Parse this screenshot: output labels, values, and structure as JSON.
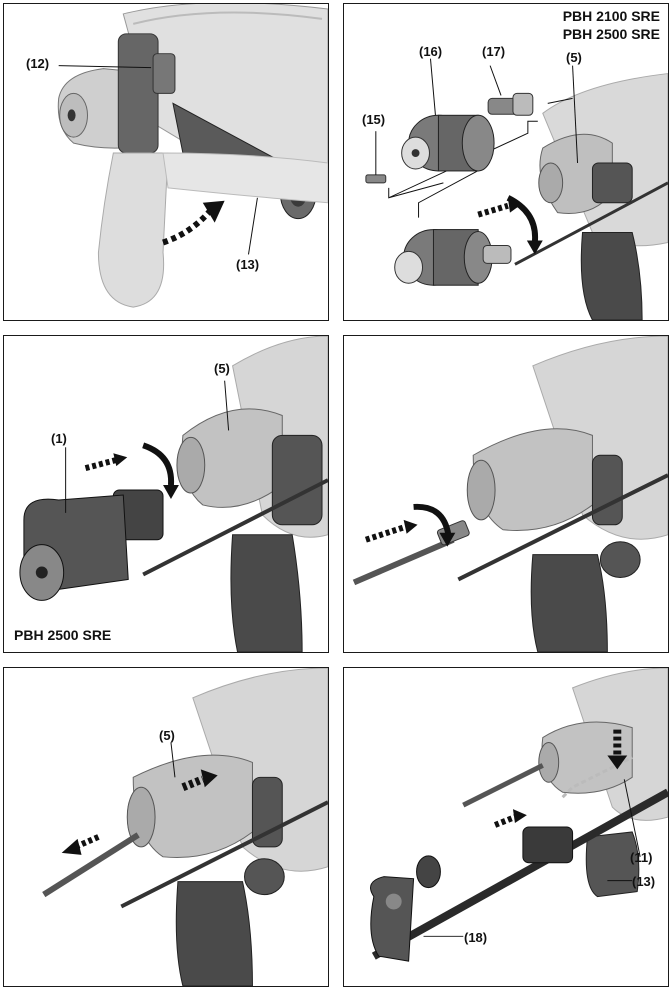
{
  "panels": {
    "p1": {
      "labels": {
        "l12": "(12)",
        "l13": "(13)"
      }
    },
    "p2": {
      "models": [
        "PBH 2100 SRE",
        "PBH 2500 SRE"
      ],
      "labels": {
        "l16": "(16)",
        "l17": "(17)",
        "l5": "(5)",
        "l15": "(15)"
      }
    },
    "p3": {
      "labels": {
        "l5": "(5)",
        "l1": "(1)"
      },
      "model": "PBH 2500 SRE"
    },
    "p4": {
      "labels": {}
    },
    "p5": {
      "labels": {
        "l5": "(5)"
      }
    },
    "p6": {
      "labels": {
        "l11": "(11)",
        "l13": "(13)",
        "l18": "(18)"
      }
    }
  },
  "colors": {
    "border": "#1a1a1a",
    "body_light": "#d9d9d9",
    "body_mid": "#bdbdbd",
    "body_dark": "#4a4a4a",
    "chuck_dark": "#555555",
    "arrow": "#111111"
  }
}
